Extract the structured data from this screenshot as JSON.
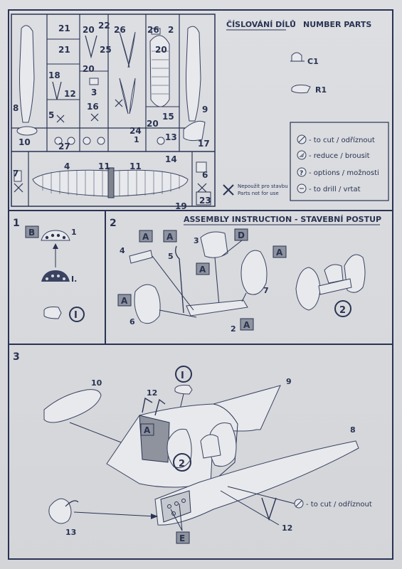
{
  "header": {
    "parts_cz": "ČÍSLOVÁNÍ DÍLŮ",
    "parts_en": "NUMBER PARTS",
    "resin_c1": "C1",
    "resin_r1": "R1"
  },
  "legend": {
    "items": [
      {
        "icon": "cut-icon",
        "label": "- to cut / odříznout"
      },
      {
        "icon": "reduce-icon",
        "label": "- reduce / brousit"
      },
      {
        "icon": "options-icon",
        "label": "- options / možnosti"
      },
      {
        "icon": "drill-icon",
        "label": "- to drill / vrtat"
      }
    ]
  },
  "not_used": {
    "line1": "Nepoužít pro stavbu",
    "line2": "Parts not for use"
  },
  "sprue_numbers": [
    "21",
    "21",
    "20",
    "22",
    "26",
    "26",
    "2",
    "20",
    "25",
    "20",
    "18",
    "12",
    "3",
    "8",
    "5",
    "16",
    "9",
    "15",
    "20",
    "24",
    "1",
    "13",
    "10",
    "27",
    "17",
    "4",
    "11",
    "11",
    "14",
    "7",
    "6",
    "23",
    "19"
  ],
  "step1": {
    "number": "1",
    "box_label": "B",
    "part": "1",
    "roman": "I.",
    "circle": "I"
  },
  "step2": {
    "number": "2",
    "title": "ASSEMBLY INSTRUCTION - STAVEBNÍ POSTUP",
    "labels": {
      "a": "A",
      "d": "D",
      "p4": "4",
      "p5": "5",
      "p3": "3",
      "p6": "6",
      "p7": "7",
      "p2": "2"
    },
    "circle": "2"
  },
  "step3": {
    "number": "3",
    "labels": {
      "p10": "10",
      "p12": "12",
      "p9": "9",
      "p8": "8",
      "p13": "13",
      "p12b": "12",
      "a": "A",
      "e": "E"
    },
    "circle_i": "I",
    "circle_2": "2",
    "cut_note": "- to cut / odříznout"
  }
}
